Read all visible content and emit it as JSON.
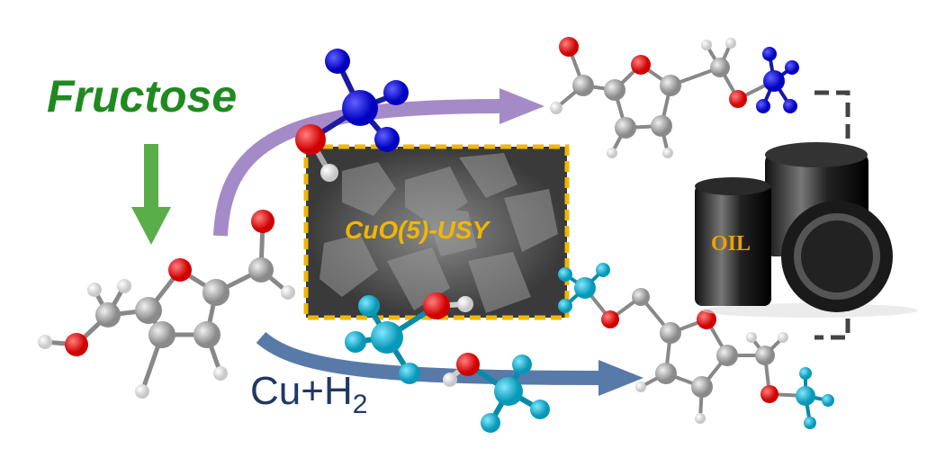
{
  "diagram": {
    "start_label": "Fructose",
    "catalyst_label": "CuO(5)-USY",
    "reduction_label_main": "Cu+H",
    "reduction_label_sub": "2",
    "product_label": "OIL",
    "colors": {
      "fructose": "#1f8a1f",
      "catalyst": "#f2b600",
      "upper_arrow": "#a07cc5",
      "lower_arrow": "#4f6f9f",
      "reduction_text": "#1f3864",
      "oxygen": "#e01010",
      "carbon": "#9a9a9a",
      "nitrogen": "#1010e0",
      "methyl": "#10a8c8"
    }
  }
}
